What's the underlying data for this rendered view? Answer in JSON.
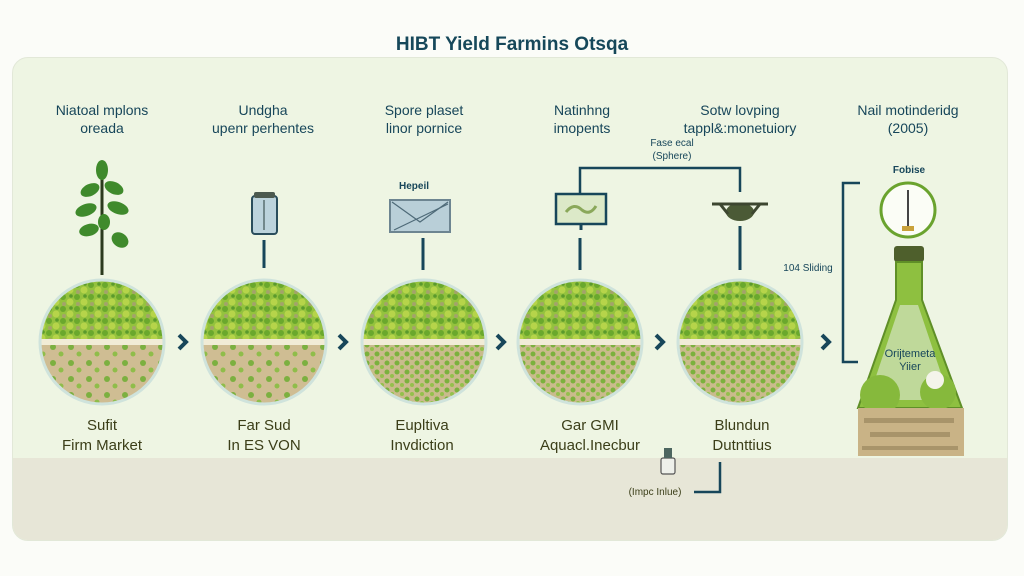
{
  "title": "HIBT Yield Farmins Otsqa",
  "stages": [
    {
      "top": [
        "Niatoal mplons",
        "oreada"
      ],
      "bottom": [
        "Sufit",
        "Firm Market"
      ]
    },
    {
      "top": [
        "Undgha",
        "upenr perhentes"
      ],
      "bottom": [
        "Far Sud",
        "In ES VON"
      ]
    },
    {
      "top": [
        "Spore plaset",
        "linor pornice"
      ],
      "bottom": [
        "Eupltiva",
        "Invdiction"
      ]
    },
    {
      "top": [
        "Natinhng",
        "imopents"
      ],
      "bottom": [
        "Gar GMI",
        "Aquacl.Inecbur"
      ]
    },
    {
      "top": [
        "Sotw lovping",
        "tappl&:monetuiory"
      ],
      "bottom": [
        "Blundun",
        "Dutnttius"
      ]
    },
    {
      "top": [
        "Nail motinderidg",
        "(2005)"
      ]
    }
  ],
  "annotations": {
    "hepeil": "Hepeil",
    "fase_ecal": [
      "Fase ecal",
      "(Sphere)"
    ],
    "fobise": "Fobise",
    "sliding": "104 Sliding",
    "flask_label": [
      "Orijtemeta",
      "Yiier"
    ],
    "impc_inlue": "(Impc Inlue)"
  },
  "colors": {
    "accent": "#17465a",
    "green": "#7fb53a",
    "soil": "#cdb98f"
  }
}
